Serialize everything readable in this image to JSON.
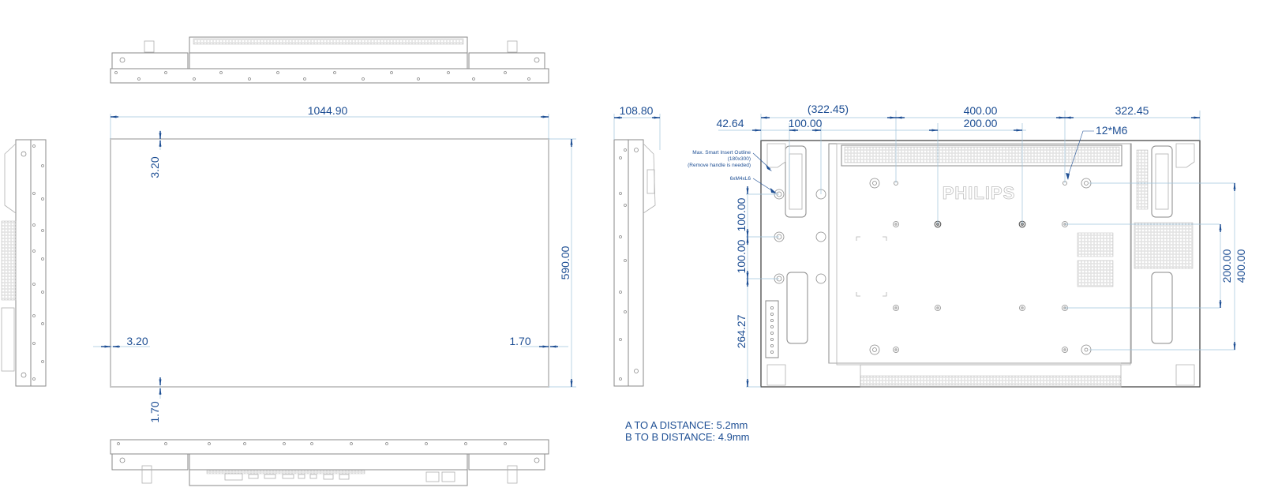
{
  "drawing": {
    "brand_label": "PHILIPS",
    "colors": {
      "dimension": "#1e4f94",
      "outline": "#8a8a8a",
      "guide": "#9fc4dc"
    },
    "front_view": {
      "width_label": "1044.90",
      "height_label": "590.00",
      "bezel_top": "3.20",
      "bezel_left": "3.20",
      "bezel_right": "1.70",
      "bezel_bottom": "1.70"
    },
    "side_view": {
      "depth_label": "108.80"
    },
    "rear_view": {
      "top_dims": {
        "left_edge": "42.64",
        "left_span": "(322.45)",
        "left_spacing": "100.00",
        "center_span": "400.00",
        "center_inner": "200.00",
        "right_span": "322.45"
      },
      "left_dims": {
        "upper_spacing": "100.00",
        "lower_spacing": "100.00",
        "bottom_offset": "264.27"
      },
      "right_dims": {
        "inner": "200.00",
        "outer": "400.00"
      },
      "callouts": {
        "smart_insert_line1": "Max. Smart Insert Outline",
        "smart_insert_line2": "(180x300)",
        "smart_insert_line3": "(Remove handle is needed)",
        "screw_spec": "6xM4xL6",
        "mount_holes": "12*M6"
      }
    },
    "notes": {
      "a_to_a": "A TO A DISTANCE: 5.2mm",
      "b_to_b": "B TO B DISTANCE: 4.9mm"
    }
  }
}
